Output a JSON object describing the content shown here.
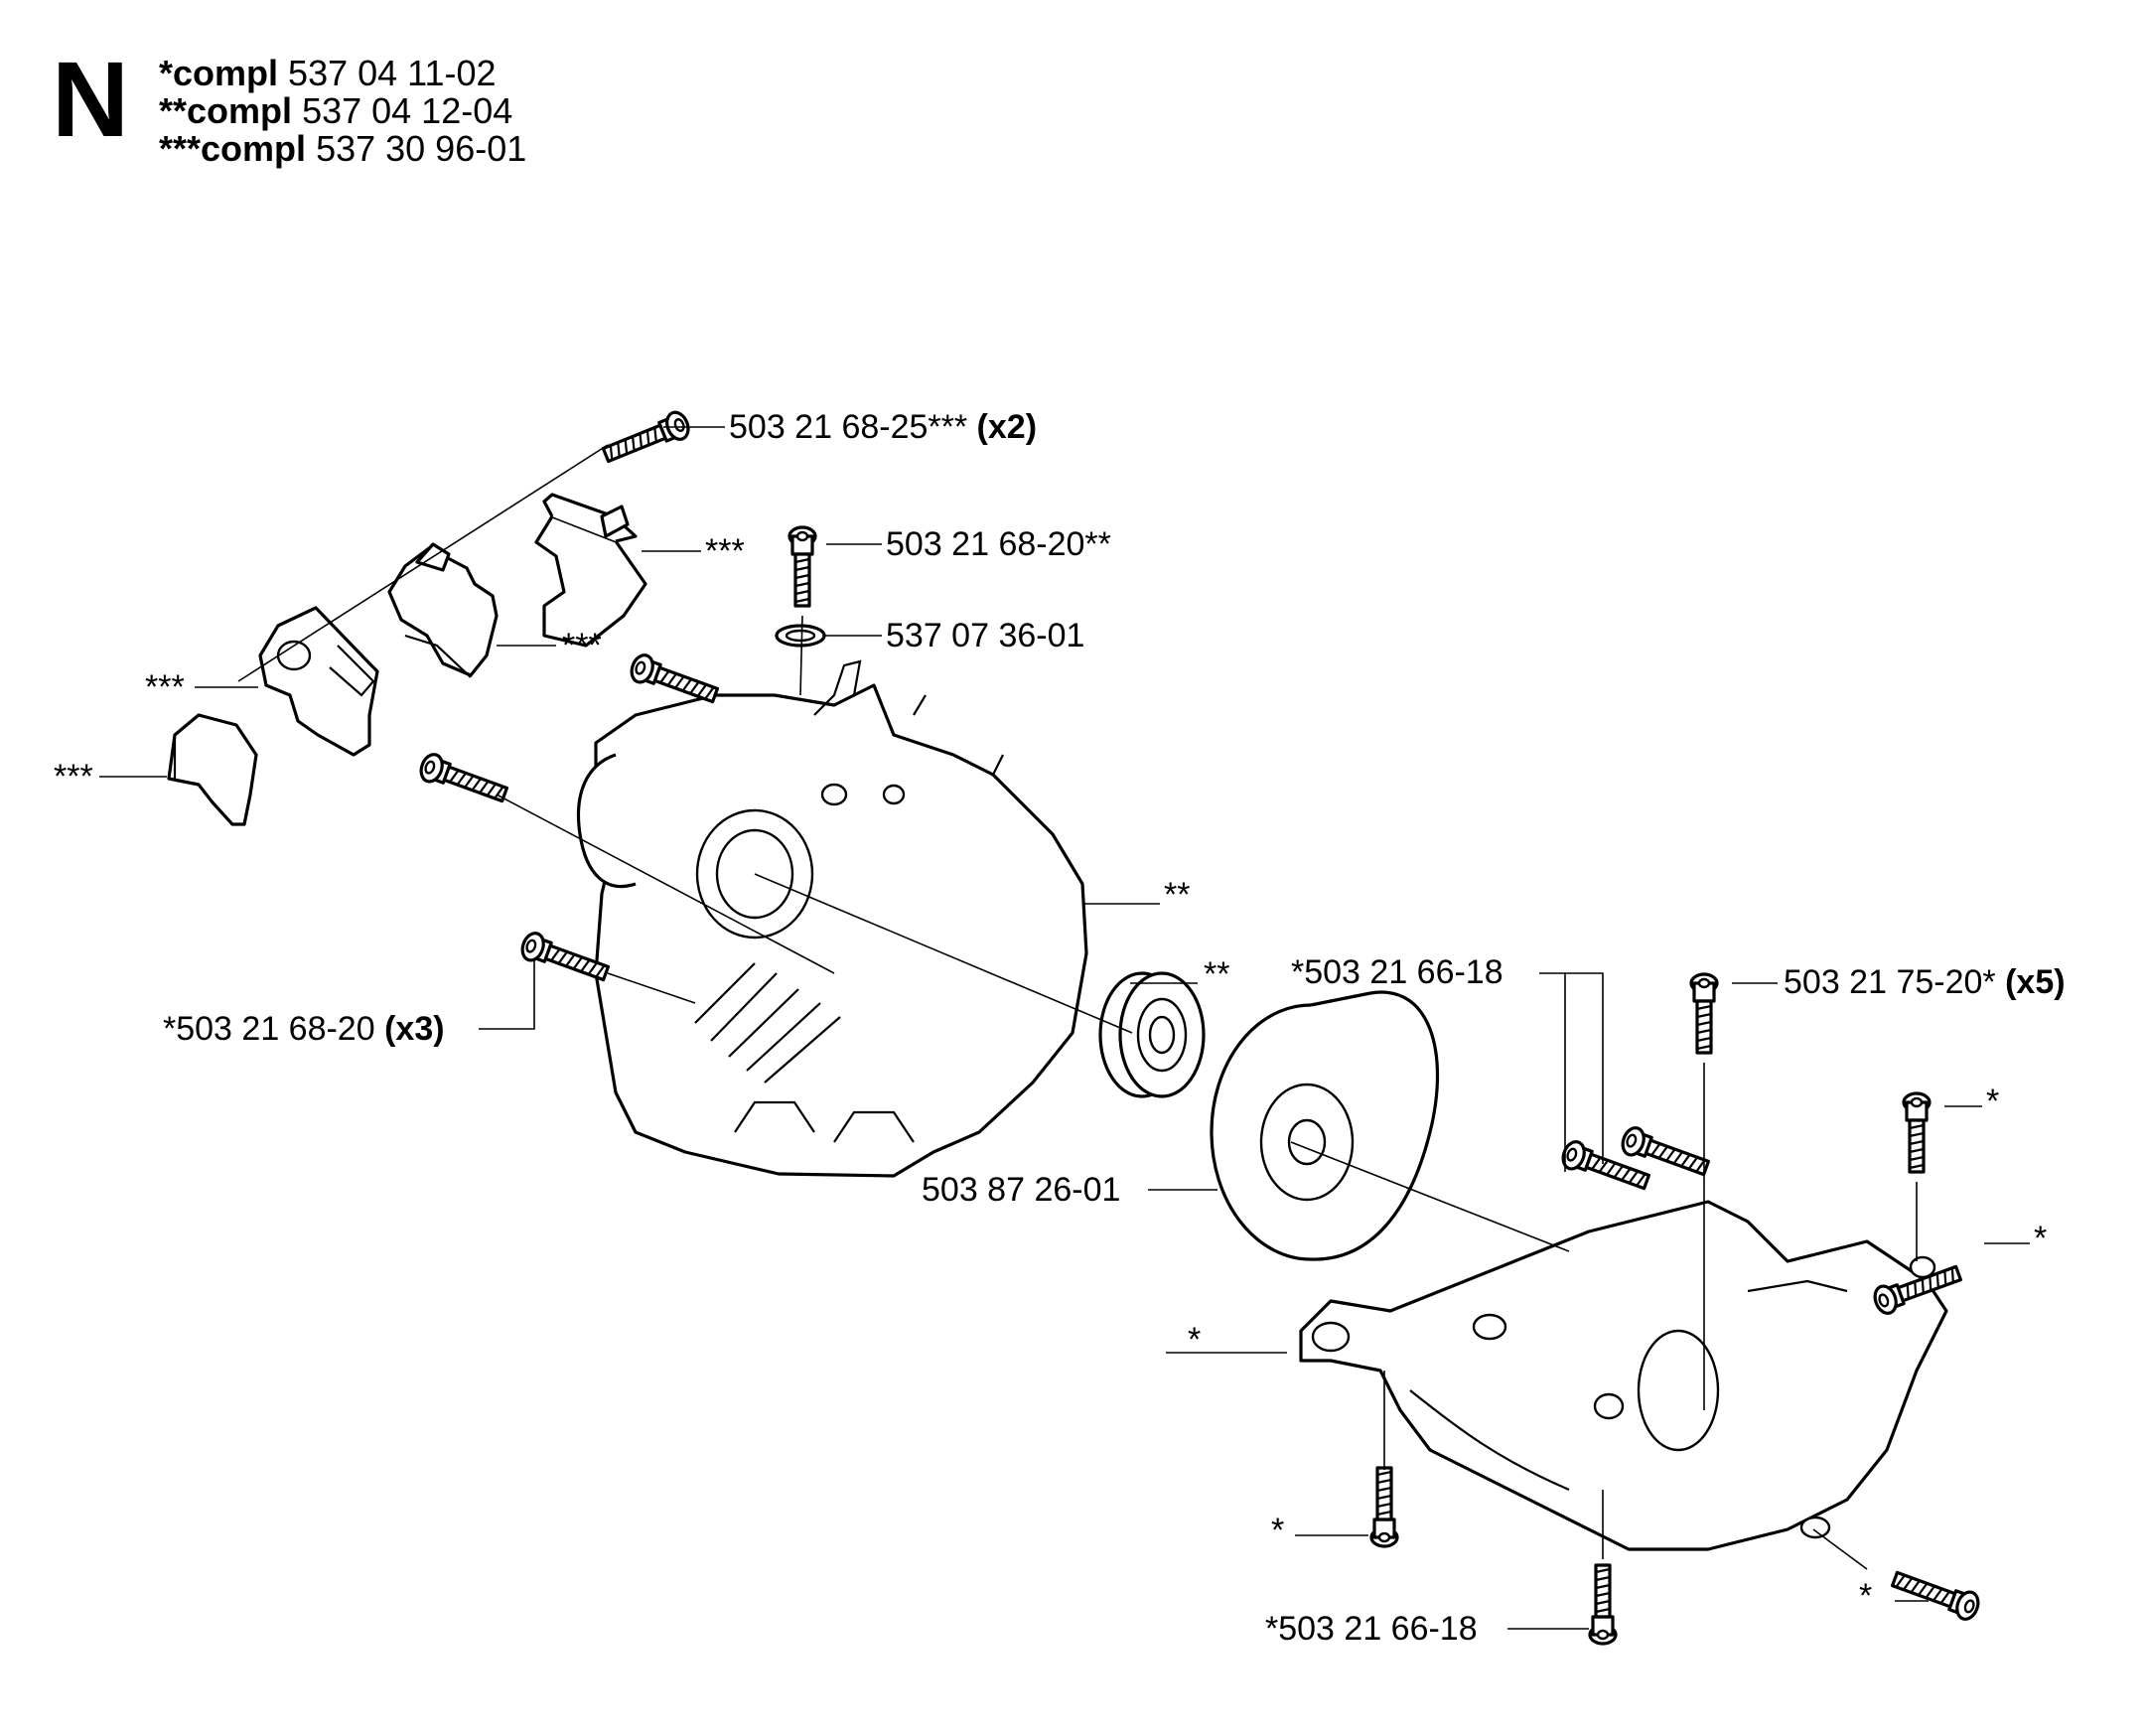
{
  "header": {
    "section_letter": "N",
    "compl": [
      {
        "stars": "*compl",
        "number": "537 04 11-02"
      },
      {
        "stars": "**compl",
        "number": "537 04 12-04"
      },
      {
        "stars": "***compl",
        "number": "537 30 96-01"
      }
    ]
  },
  "callouts": {
    "c1": {
      "part": "503 21 68-25***",
      "qty": "(x2)"
    },
    "c2": {
      "part": "***",
      "qty": ""
    },
    "c3": {
      "part": "503 21 68-20**",
      "qty": ""
    },
    "c4": {
      "part": "537 07 36-01",
      "qty": ""
    },
    "c5": {
      "part": "***",
      "qty": ""
    },
    "c6": {
      "part": "***",
      "qty": ""
    },
    "c7": {
      "part": "***",
      "qty": ""
    },
    "c8": {
      "part": "**",
      "qty": ""
    },
    "c9": {
      "part": "*503 21 68-20",
      "qty": "(x3)"
    },
    "c10": {
      "part": "**",
      "qty": ""
    },
    "c11": {
      "part": "*503 21 66-18",
      "qty": ""
    },
    "c12": {
      "part": "503 21 75-20*",
      "qty": "(x5)"
    },
    "c13": {
      "part": "*",
      "qty": ""
    },
    "c14": {
      "part": "503 87 26-01",
      "qty": ""
    },
    "c15": {
      "part": "*",
      "qty": ""
    },
    "c16": {
      "part": "*",
      "qty": ""
    },
    "c17": {
      "part": "*",
      "qty": ""
    },
    "c18": {
      "part": "*503 21 66-18",
      "qty": ""
    },
    "c19": {
      "part": "*",
      "qty": ""
    }
  }
}
